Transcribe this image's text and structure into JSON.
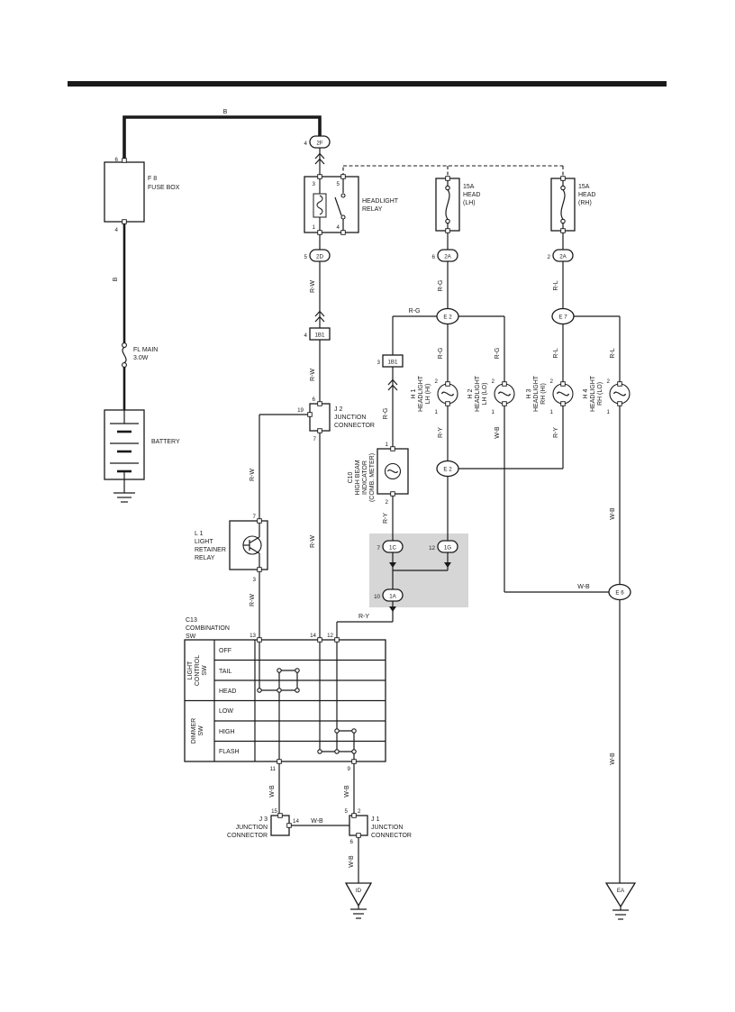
{
  "palette": {
    "ink": "#1a1a1a",
    "paper": "#ffffff",
    "shade": "#d6d6d6"
  },
  "fuse_box": {
    "code": "F 8",
    "name": "FUSE BOX",
    "pin_top": "6",
    "pin_bottom": "4"
  },
  "fusible_link": {
    "code": "FL MAIN",
    "rating": "3.0W"
  },
  "battery": {
    "name": "BATTERY"
  },
  "relay": {
    "name1": "HEADLIGHT",
    "name2": "RELAY",
    "pin3": "3",
    "pin5": "5",
    "pin1": "1",
    "pin4": "4"
  },
  "fuse_lh": {
    "rating": "15A",
    "name1": "HEAD",
    "name2": "(LH)"
  },
  "fuse_rh": {
    "rating": "15A",
    "name1": "HEAD",
    "name2": "(RH)"
  },
  "junction2": {
    "code": "J 2",
    "name1": "JUNCTION",
    "name2": "CONNECTOR",
    "pin19": "19",
    "pin6": "6",
    "pin7": "7"
  },
  "retainer_relay": {
    "code": "L 1",
    "name1": "LIGHT",
    "name2": "RETAINER",
    "name3": "RELAY",
    "pin7": "7",
    "pin3": "3"
  },
  "indicator": {
    "code": "C10",
    "name1": "HIGH BEAM",
    "name2": "INDICATOR",
    "name3": "(COMB. METER)",
    "pin1": "1",
    "pin2": "2"
  },
  "headlights": {
    "h1": {
      "code": "H 1",
      "name": "HEADLIGHT",
      "pos": "LH (HI)",
      "pin_top": "2",
      "pin_bottom": "1"
    },
    "h2": {
      "code": "H 2",
      "name": "HEADLIGHT",
      "pos": "LH (LO)",
      "pin_top": "2",
      "pin_bottom": "1"
    },
    "h3": {
      "code": "H 3",
      "name": "HEADLIGHT",
      "pos": "RH (HI)",
      "pin_top": "2",
      "pin_bottom": "1"
    },
    "h4": {
      "code": "H 4",
      "name": "HEADLIGHT",
      "pos": "RH (LO)",
      "pin_top": "2",
      "pin_bottom": "1"
    }
  },
  "combination_sw": {
    "code": "C13",
    "name1": "COMBINATION",
    "name2": "SW",
    "group1": {
      "l1": "LIGHT",
      "l2": "CONTROL",
      "l3": "SW"
    },
    "group2": {
      "l1": "DIMMER",
      "l2": "SW"
    },
    "rows": [
      "OFF",
      "TAIL",
      "HEAD",
      "LOW",
      "HIGH",
      "FLASH"
    ],
    "pin13": "13",
    "pin14": "14",
    "pin12": "12",
    "pin11": "11",
    "pin9": "9"
  },
  "junction3": {
    "code": "J 3",
    "name1": "JUNCTION",
    "name2": "CONNECTOR",
    "pin15": "15",
    "pin14": "14"
  },
  "junction1": {
    "code": "J 1",
    "name1": "JUNCTION",
    "name2": "CONNECTOR",
    "pin5": "5",
    "pin2": "2",
    "pin6": "6"
  },
  "connectors": {
    "c2f": {
      "pin": "4",
      "id": "2F"
    },
    "c2d": {
      "pin": "5",
      "id": "2D"
    },
    "c1b1_left": {
      "pin": "4",
      "id": "1B1"
    },
    "c1b1_right": {
      "pin": "3",
      "id": "1B1"
    },
    "c2a_lh": {
      "pin": "6",
      "id": "2A"
    },
    "c2a_rh": {
      "pin": "2",
      "id": "2A"
    },
    "c1c": {
      "pin": "7",
      "id": "1C"
    },
    "c1g": {
      "pin": "12",
      "id": "1G"
    },
    "c1a": {
      "pin": "10",
      "id": "1A"
    },
    "e2_upper": "E 2",
    "e7": "E 7",
    "e2_lower": "E 2",
    "e6": "E 6"
  },
  "grounds": {
    "id": "ID",
    "ea": "EA"
  },
  "wires": {
    "b_top": "B",
    "b_left": "B",
    "rw1": "R-W",
    "rw2": "R-W",
    "rw3": "R-W",
    "rw4": "R-W",
    "rw5": "R-W",
    "rg1": "R-G",
    "rg2": "R-G",
    "rg3": "R-G",
    "rg4": "R-G",
    "rg5": "R-G",
    "rl1": "R-L",
    "rl2": "R-L",
    "rl3": "R-L",
    "ry1": "R-Y",
    "ry2": "R-Y",
    "ry3": "R-Y",
    "ry4": "R-Y",
    "wb1": "W-B",
    "wb2": "W-B",
    "wb3": "W-B",
    "wb4": "W-B",
    "wb5": "W-B",
    "wb6": "W-B",
    "wb7": "W-B",
    "wb8": "W-B"
  }
}
